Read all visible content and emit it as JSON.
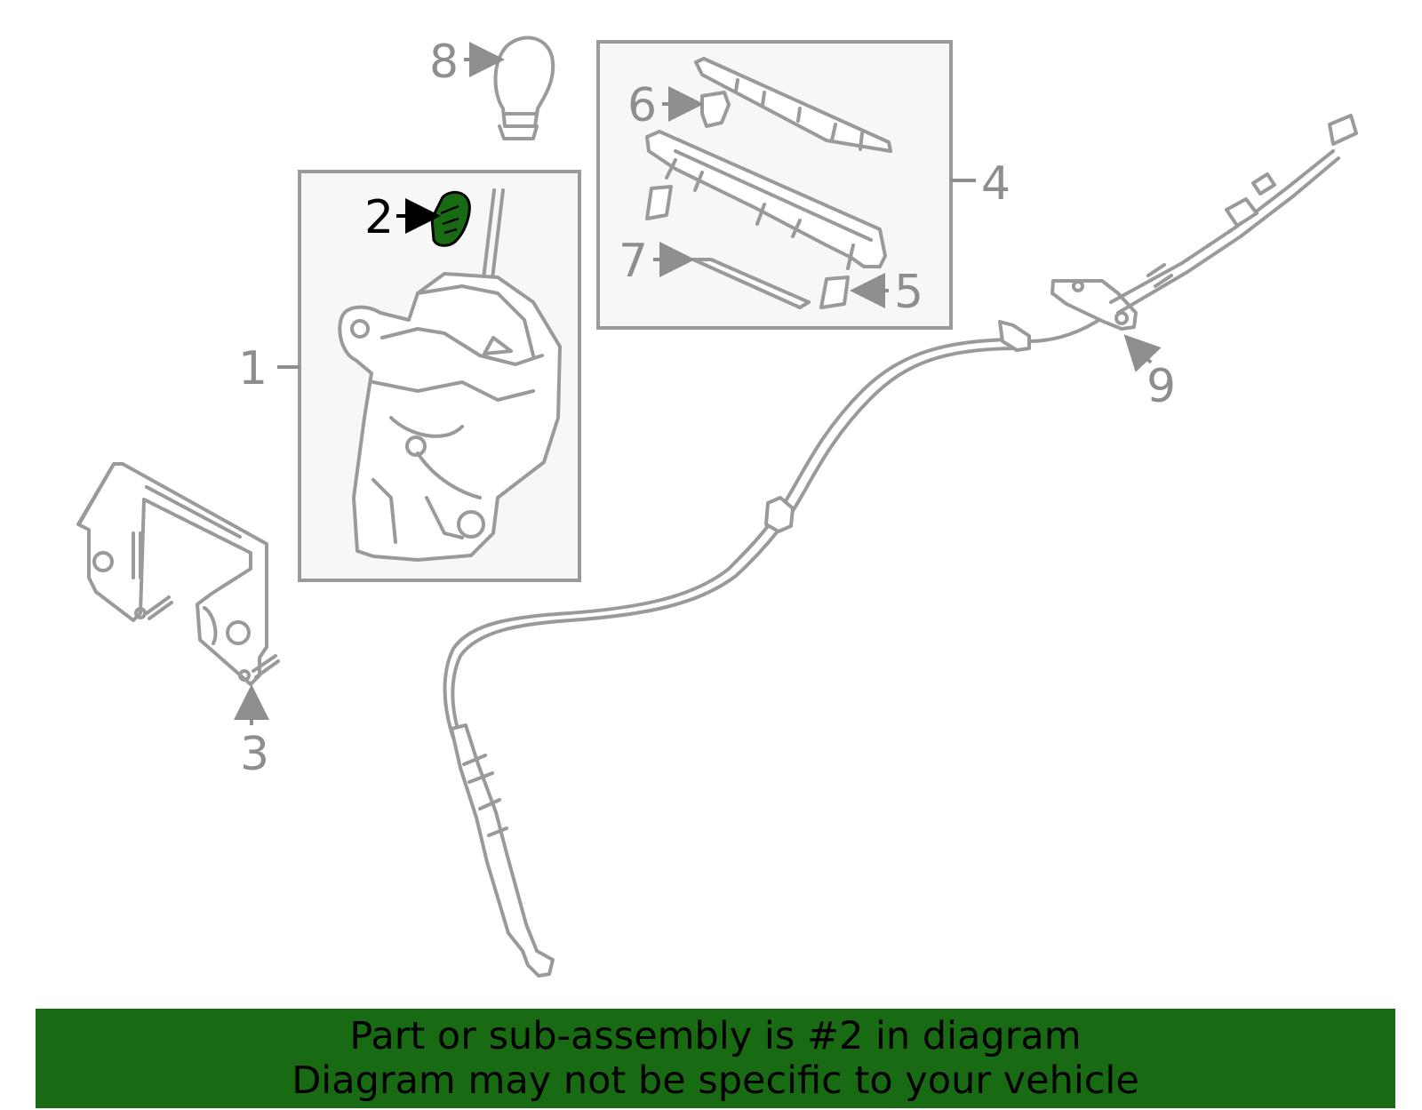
{
  "callouts": {
    "c1": "1",
    "c2": "2",
    "c3": "3",
    "c4": "4",
    "c5": "5",
    "c6": "6",
    "c7": "7",
    "c8": "8",
    "c9": "9"
  },
  "highlighted_part": "2",
  "colors": {
    "highlight": "#186b12",
    "line_art": "#9a9a9a",
    "label": "#8e8e8e",
    "box_fill": "#f7f7f7"
  },
  "banner": {
    "line1": "Part or sub-assembly is #2 in diagram",
    "line2": "Diagram may not be specific to your vehicle"
  }
}
